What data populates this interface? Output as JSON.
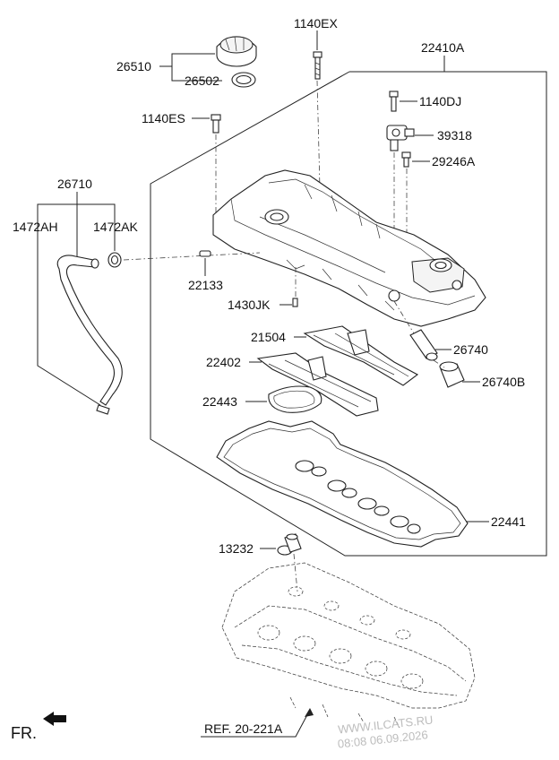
{
  "labels": {
    "p26510": "26510",
    "p26502": "26502",
    "p1140EX": "1140EX",
    "p22410A": "22410A",
    "p1140DJ": "1140DJ",
    "p1140ES": "1140ES",
    "p39318": "39318",
    "p29246A": "29246A",
    "p26710": "26710",
    "p1472AH": "1472AH",
    "p1472AK": "1472AK",
    "p22133": "22133",
    "p1430JK": "1430JK",
    "p21504": "21504",
    "p26740": "26740",
    "p22402": "22402",
    "p26740B": "26740B",
    "p22443": "22443",
    "p22441": "22441",
    "p13232": "13232"
  },
  "reference": "REF. 20-221A",
  "front_marker": "FR.",
  "watermark": {
    "line1": "WWW.ILCATS.RU",
    "line2": "08:08 06.09.2026"
  }
}
